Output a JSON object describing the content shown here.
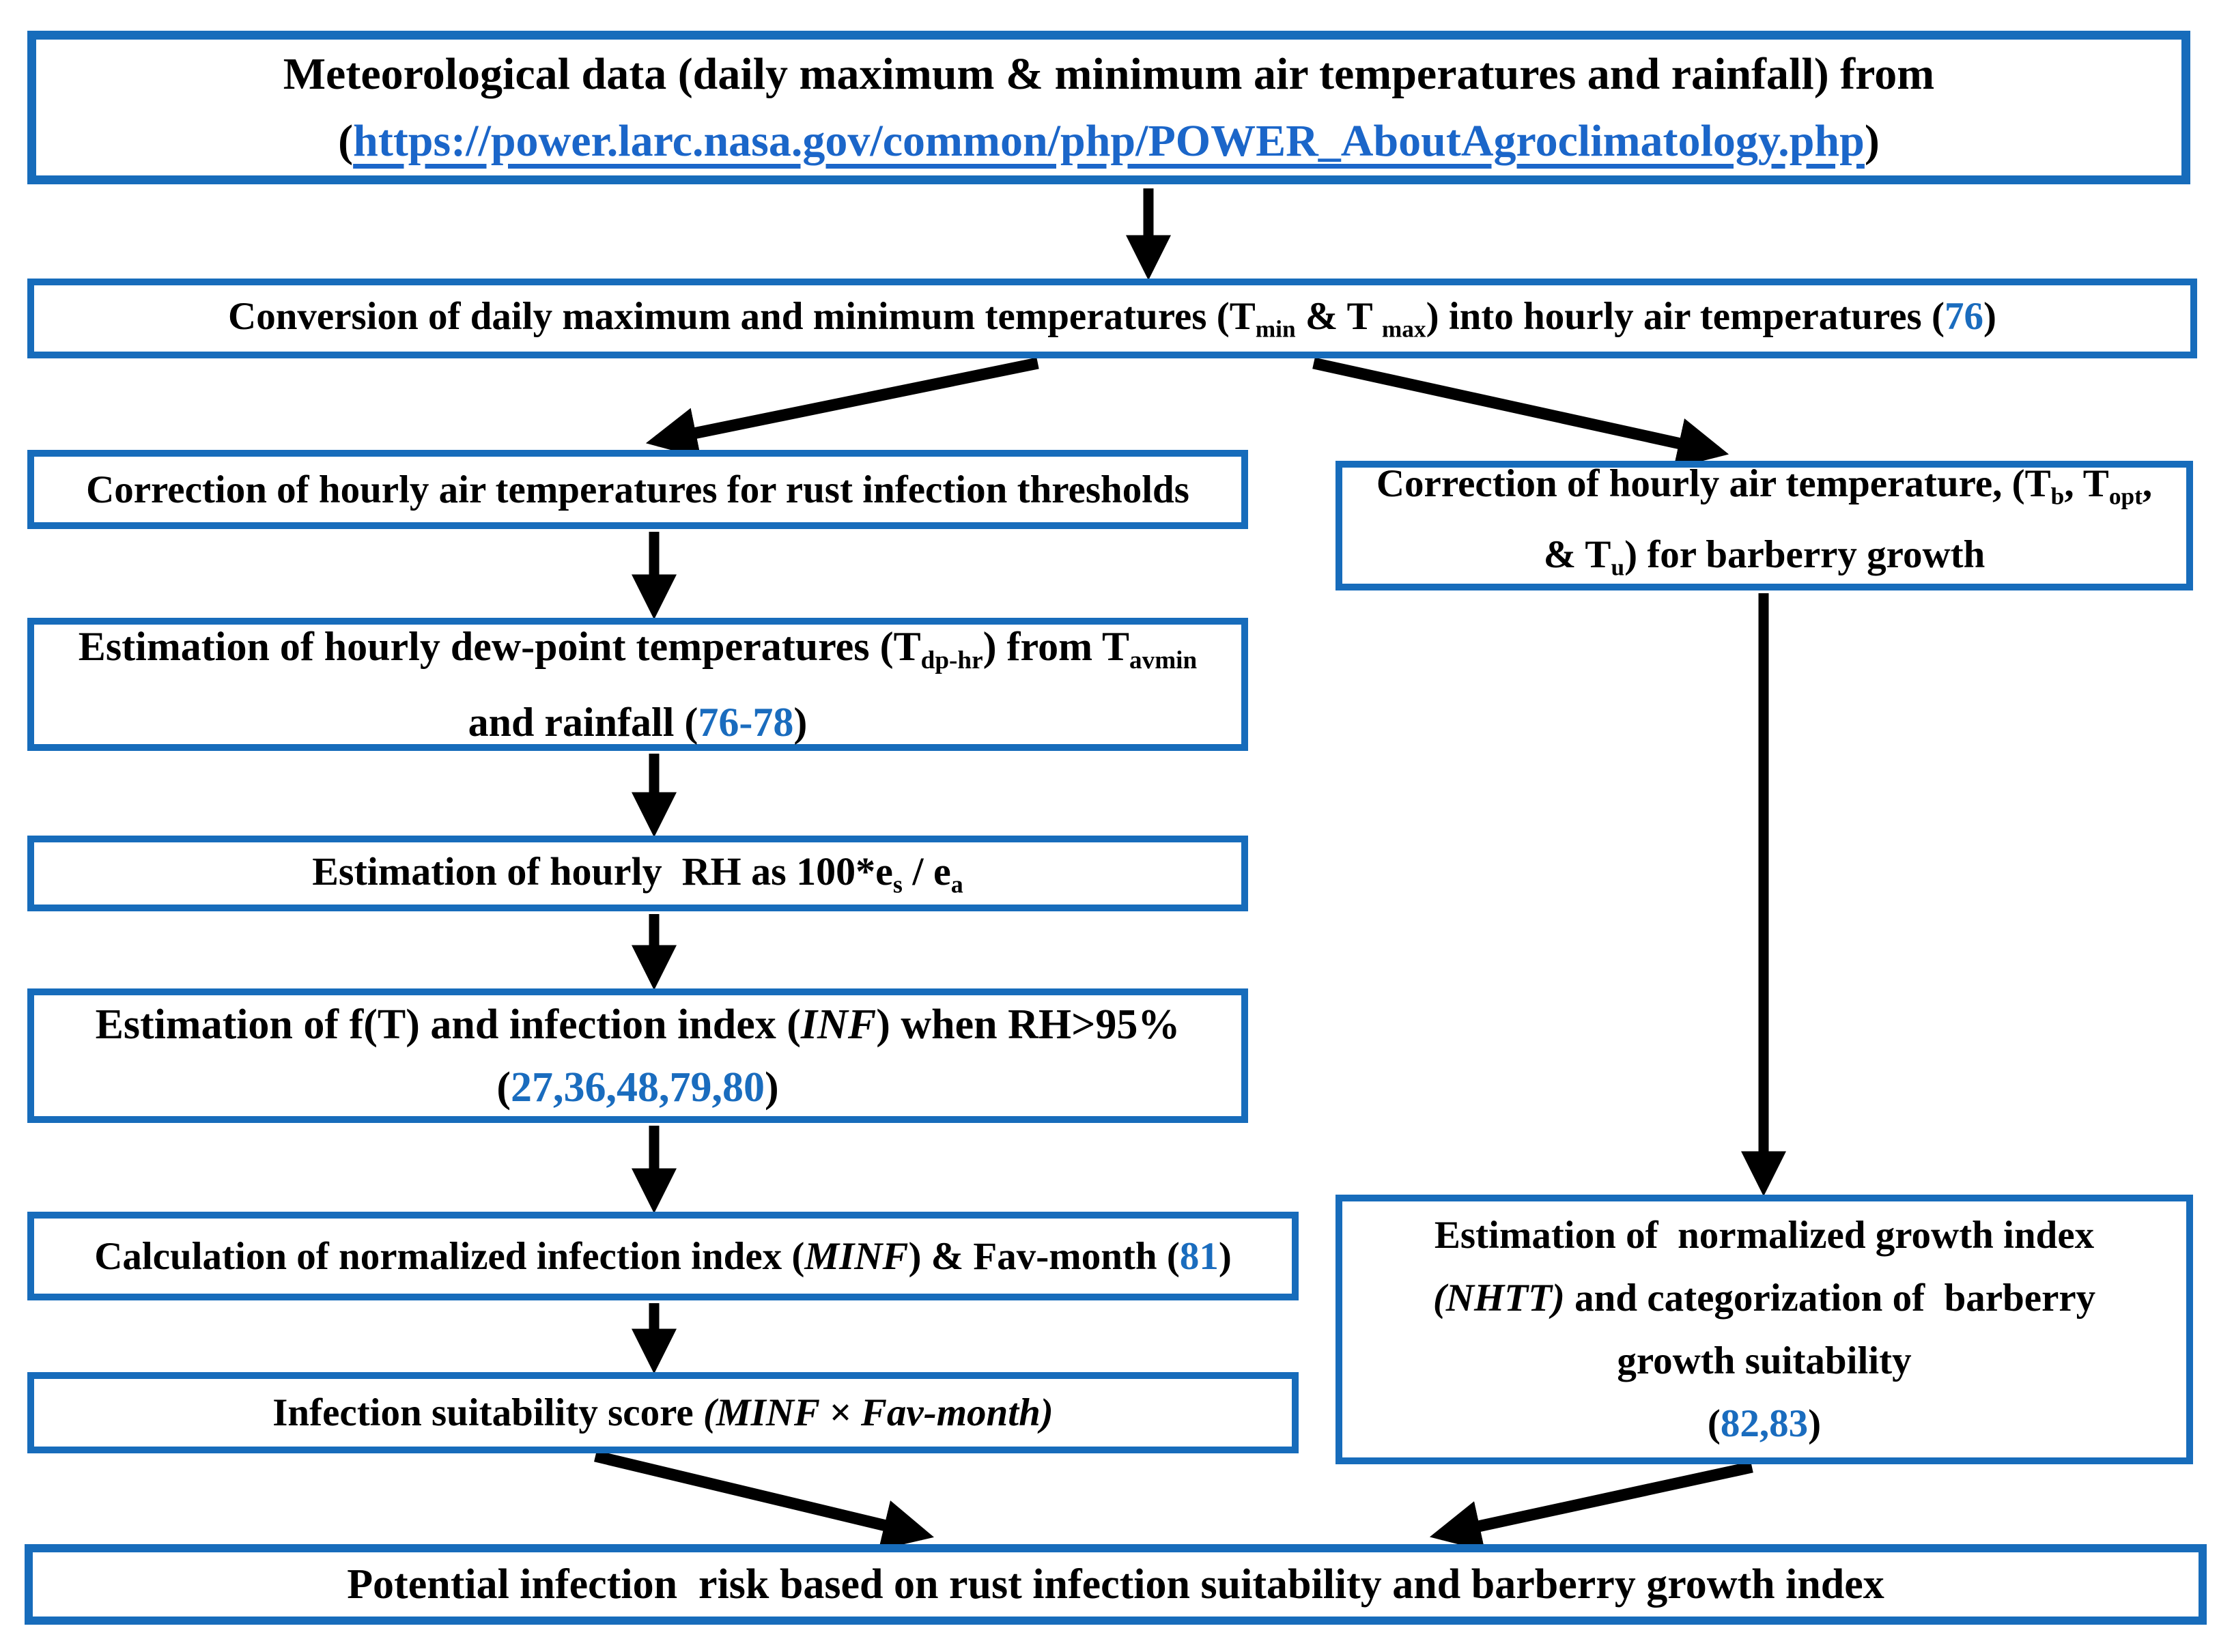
{
  "palette": {
    "border_blue": "#176CBB",
    "reference_blue": "#1A6CBE",
    "link_blue": "#1B66C9",
    "arrow_black": "#000000"
  },
  "boxes": {
    "source": {
      "lines": [
        [
          {
            "t": "Meteorological data (daily maximum & minimum air temperatures and rainfall) from"
          }
        ],
        [
          {
            "t": "("
          },
          {
            "t": "https://power.larc.nasa.gov/common/php/POWER_AboutAgroclimatology.php",
            "c": "link",
            "name": "source-url-link",
            "inter": true
          },
          {
            "t": ")"
          }
        ]
      ]
    },
    "conversion": {
      "lines": [
        [
          {
            "t": "Conversion of daily maximum and minimum temperatures (T"
          },
          {
            "t": "min",
            "c": "sub"
          },
          {
            "t": " & T "
          },
          {
            "t": "max",
            "c": "sub"
          },
          {
            "t": ") into hourly air temperatures ("
          },
          {
            "t": "76",
            "c": "ref"
          },
          {
            "t": ")"
          }
        ]
      ]
    },
    "rust_correction": {
      "lines": [
        [
          {
            "t": "Correction of hourly air temperatures for rust infection thresholds"
          }
        ]
      ]
    },
    "barberry_correction": {
      "lines": [
        [
          {
            "t": "Correction of hourly air temperature, (T"
          },
          {
            "t": "b",
            "c": "sub"
          },
          {
            "t": ", T"
          },
          {
            "t": "opt",
            "c": "sub"
          },
          {
            "t": ","
          }
        ],
        [
          {
            "t": "& T"
          },
          {
            "t": "u",
            "c": "sub"
          },
          {
            "t": ") for barberry growth"
          }
        ]
      ]
    },
    "dew_point": {
      "lines": [
        [
          {
            "t": "Estimation of hourly dew-point temperatures (T"
          },
          {
            "t": "dp-hr",
            "c": "sub"
          },
          {
            "t": ") from T"
          },
          {
            "t": "avmin",
            "c": "sub"
          }
        ],
        [
          {
            "t": "and rainfall ("
          },
          {
            "t": "76-78",
            "c": "ref"
          },
          {
            "t": ")"
          }
        ]
      ]
    },
    "rh": {
      "lines": [
        [
          {
            "t": "Estimation of hourly  RH as 100*e"
          },
          {
            "t": "s",
            "c": "sub"
          },
          {
            "t": " / e"
          },
          {
            "t": "a",
            "c": "sub"
          }
        ]
      ]
    },
    "inf": {
      "lines": [
        [
          {
            "t": "Estimation of f(T) and infection index ("
          },
          {
            "t": "INF",
            "c": "it"
          },
          {
            "t": ") when RH>95%"
          }
        ],
        [
          {
            "t": "("
          },
          {
            "t": "27,36,48,79,80",
            "c": "ref"
          },
          {
            "t": ")"
          }
        ]
      ]
    },
    "minf": {
      "lines": [
        [
          {
            "t": "Calculation of normalized infection index ("
          },
          {
            "t": "MINF",
            "c": "it"
          },
          {
            "t": ") & Fav-month ("
          },
          {
            "t": "81",
            "c": "ref"
          },
          {
            "t": ")"
          }
        ]
      ]
    },
    "score": {
      "lines": [
        [
          {
            "t": "Infection suitability score "
          },
          {
            "t": "(MINF × Fav-month)",
            "c": "it"
          }
        ]
      ]
    },
    "nhtt": {
      "lines": [
        [
          {
            "t": "Estimation of  normalized growth index"
          }
        ],
        [
          {
            "t": "(NHTT)",
            "c": "it"
          },
          {
            "t": " and categorization of  barberry"
          }
        ],
        [
          {
            "t": "growth suitability"
          }
        ],
        [
          {
            "t": "("
          },
          {
            "t": "82,83",
            "c": "ref"
          },
          {
            "t": ")"
          }
        ]
      ]
    },
    "risk": {
      "lines": [
        [
          {
            "t": "Potential infection  risk based on rust infection suitability and barberry growth index"
          }
        ]
      ]
    }
  },
  "arrows": [
    "source-to-conversion",
    "conversion-to-rust-correction",
    "conversion-to-barberry-correction",
    "rust-correction-to-dew-point",
    "dew-point-to-rh",
    "rh-to-inf",
    "inf-to-minf",
    "minf-to-score",
    "barberry-correction-to-nhtt",
    "score-to-risk",
    "nhtt-to-risk"
  ]
}
